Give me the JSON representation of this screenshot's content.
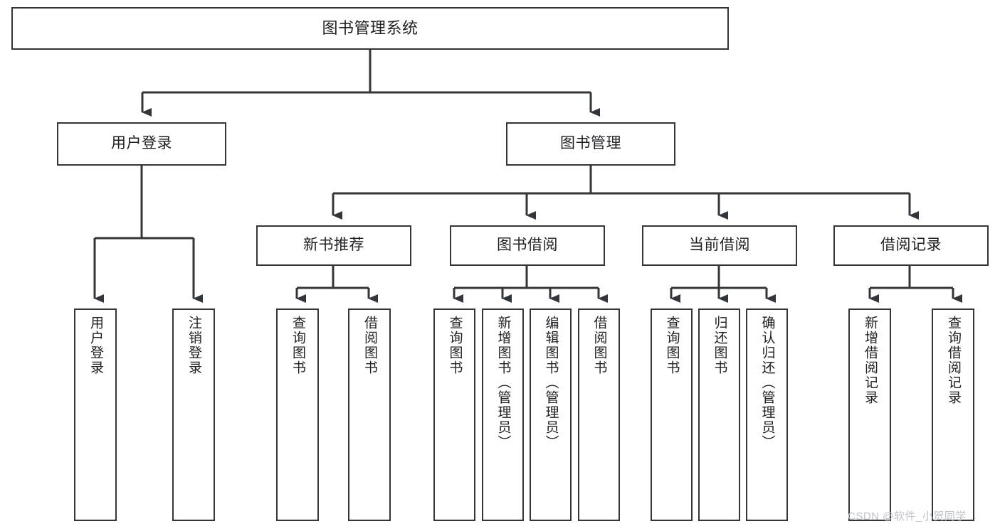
{
  "diagram": {
    "title": "图书管理系统",
    "type": "hierarchy-tree",
    "line_color": "#32353a",
    "box_fill": "#ffffff",
    "text_color": "#1d1f22",
    "root": {
      "label": "图书管理系统"
    },
    "level1": [
      {
        "label": "用户登录"
      },
      {
        "label": "图书管理"
      }
    ],
    "level2": [
      {
        "label": "新书推荐"
      },
      {
        "label": "图书借阅"
      },
      {
        "label": "当前借阅"
      },
      {
        "label": "借阅记录"
      }
    ],
    "leaves": {
      "user_login": [
        {
          "label": "用户登录"
        },
        {
          "label": "注销登录"
        }
      ],
      "new_book_recommend": [
        {
          "label": "查询图书"
        },
        {
          "label": "借阅图书"
        }
      ],
      "book_borrow": [
        {
          "label": "查询图书"
        },
        {
          "label": "新增图书（管理员）"
        },
        {
          "label": "编辑图书（管理员）"
        },
        {
          "label": "借阅图书"
        }
      ],
      "current_borrow": [
        {
          "label": "查询图书"
        },
        {
          "label": "归还图书"
        },
        {
          "label": "确认归还（管理员）"
        }
      ],
      "borrow_record": [
        {
          "label": "新增借阅记录"
        },
        {
          "label": "查询借阅记录"
        }
      ]
    }
  },
  "watermark": {
    "text": "CSDN @软件_小贺同学"
  }
}
